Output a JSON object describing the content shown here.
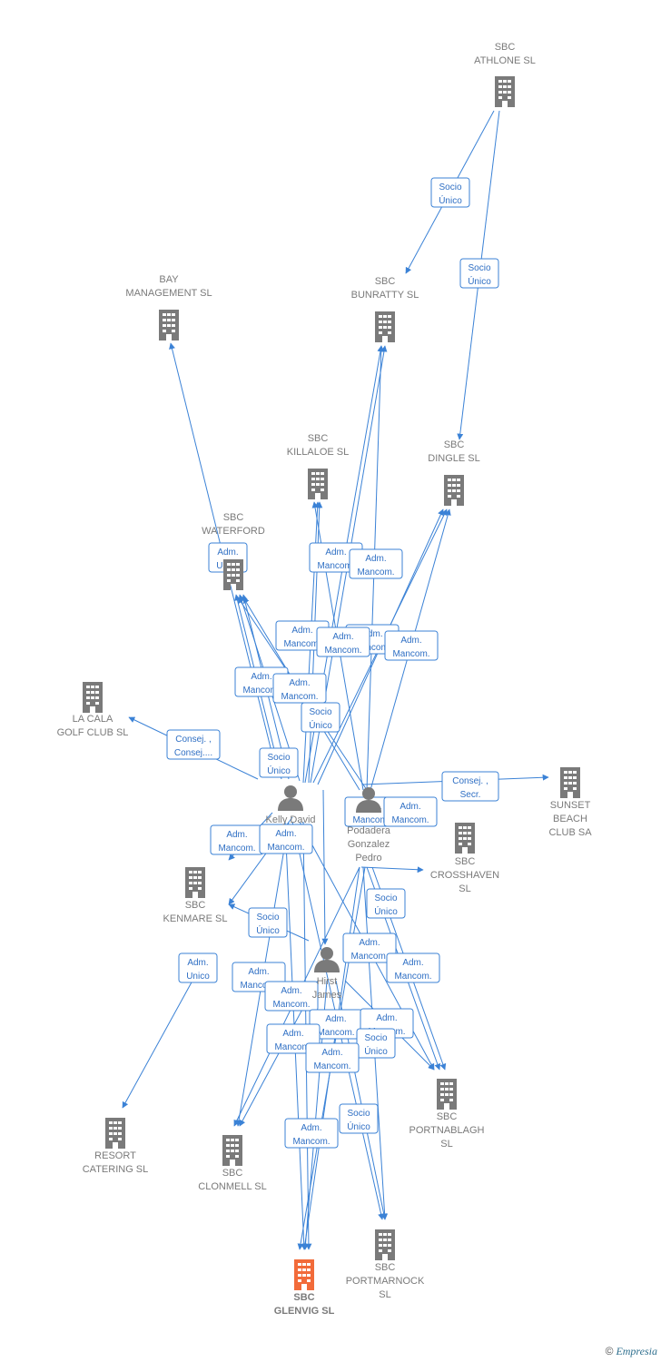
{
  "colors": {
    "edge": "#3b82d6",
    "node": "#7a7a7a",
    "focus": "#f26b3a"
  },
  "nodes": [
    {
      "id": "athlone",
      "kind": "company",
      "lines": [
        "SBC",
        "ATHLONE  SL"
      ]
    },
    {
      "id": "bay",
      "kind": "company",
      "lines": [
        "BAY",
        "MANAGEMENT SL"
      ]
    },
    {
      "id": "bunratty",
      "kind": "company",
      "lines": [
        "SBC",
        "BUNRATTY  SL"
      ]
    },
    {
      "id": "killaloe",
      "kind": "company",
      "lines": [
        "SBC",
        "KILLALOE  SL"
      ]
    },
    {
      "id": "dingle",
      "kind": "company",
      "lines": [
        "SBC",
        "DINGLE  SL"
      ]
    },
    {
      "id": "waterford",
      "kind": "company",
      "lines": [
        "SBC",
        "WATERFORD"
      ]
    },
    {
      "id": "lacala",
      "kind": "company",
      "lines": [
        "LA CALA",
        "GOLF CLUB SL"
      ]
    },
    {
      "id": "sunset",
      "kind": "company",
      "lines": [
        "SUNSET",
        "BEACH",
        "CLUB SA"
      ]
    },
    {
      "id": "kelly",
      "kind": "person",
      "lines": [
        "Kelly David"
      ]
    },
    {
      "id": "podadera",
      "kind": "person",
      "lines": [
        "Podadera",
        "Gonzalez",
        "Pedro"
      ]
    },
    {
      "id": "crosshaven",
      "kind": "company",
      "lines": [
        "SBC",
        "CROSSHAVEN",
        "SL"
      ]
    },
    {
      "id": "kenmare",
      "kind": "company",
      "lines": [
        "SBC",
        "KENMARE  SL"
      ]
    },
    {
      "id": "hirst",
      "kind": "person",
      "lines": [
        "Hirst",
        "James"
      ]
    },
    {
      "id": "portnablagh",
      "kind": "company",
      "lines": [
        "SBC",
        "PORTNABLAGH",
        "SL"
      ]
    },
    {
      "id": "resort",
      "kind": "company",
      "lines": [
        "RESORT",
        "CATERING SL"
      ]
    },
    {
      "id": "clonmell",
      "kind": "company",
      "lines": [
        "SBC",
        "CLONMELL  SL"
      ]
    },
    {
      "id": "portmarnock",
      "kind": "company",
      "lines": [
        "SBC",
        "PORTMARNOCK",
        "SL"
      ]
    },
    {
      "id": "glenvig",
      "kind": "focus",
      "lines": [
        "SBC",
        "GLENVIG  SL"
      ]
    }
  ],
  "edge_labels": [
    {
      "id": "e1",
      "lines": [
        "Socio",
        "Único"
      ]
    },
    {
      "id": "e2",
      "lines": [
        "Socio",
        "Único"
      ]
    },
    {
      "id": "e3",
      "lines": [
        "Adm.",
        "Unico"
      ]
    },
    {
      "id": "e4",
      "lines": [
        "Adm.",
        "Mancom."
      ]
    },
    {
      "id": "e5",
      "lines": [
        "Adm.",
        "Mancom."
      ]
    },
    {
      "id": "e6",
      "lines": [
        "Adm.",
        "Mancom."
      ]
    },
    {
      "id": "e7",
      "lines": [
        "Adm.",
        "Mancom."
      ]
    },
    {
      "id": "e8",
      "lines": [
        "Adm.",
        "Mancom."
      ]
    },
    {
      "id": "e9",
      "lines": [
        "Adm.",
        "Mancom."
      ]
    },
    {
      "id": "e10",
      "lines": [
        "Adm.",
        "Mancom."
      ]
    },
    {
      "id": "e11",
      "lines": [
        "Adm.",
        "Mancom."
      ]
    },
    {
      "id": "e12",
      "lines": [
        "Socio",
        "Único"
      ]
    },
    {
      "id": "e13",
      "lines": [
        "Consej. ,",
        "Consej...."
      ]
    },
    {
      "id": "e14",
      "lines": [
        "Socio",
        "Único"
      ]
    },
    {
      "id": "e15",
      "lines": [
        "Consej. ,",
        "Secr."
      ]
    },
    {
      "id": "e16",
      "lines": [
        "Adm.",
        "Mancom."
      ]
    },
    {
      "id": "e17",
      "lines": [
        "Adm.",
        "Mancom."
      ]
    },
    {
      "id": "e18",
      "lines": [
        "Adm.",
        "Mancom."
      ]
    },
    {
      "id": "e19",
      "lines": [
        "Adm.",
        "Mancom."
      ]
    },
    {
      "id": "e20",
      "lines": [
        "Socio",
        "Único"
      ]
    },
    {
      "id": "e21",
      "lines": [
        "Socio",
        "Único"
      ]
    },
    {
      "id": "e22",
      "lines": [
        "Adm.",
        "Unico"
      ]
    },
    {
      "id": "e23",
      "lines": [
        "Adm.",
        "Mancom."
      ]
    },
    {
      "id": "e24",
      "lines": [
        "Adm.",
        "Mancom."
      ]
    },
    {
      "id": "e25",
      "lines": [
        "Adm.",
        "Mancom."
      ]
    },
    {
      "id": "e26",
      "lines": [
        "Adm.",
        "Mancom."
      ]
    },
    {
      "id": "e27",
      "lines": [
        "Adm.",
        "Mancom."
      ]
    },
    {
      "id": "e28",
      "lines": [
        "Adm.",
        "Mancom."
      ]
    },
    {
      "id": "e29",
      "lines": [
        "Adm.",
        "Mancom."
      ]
    },
    {
      "id": "e30",
      "lines": [
        "Socio",
        "Único"
      ]
    },
    {
      "id": "e31",
      "lines": [
        "Socio",
        "Único"
      ]
    },
    {
      "id": "e32",
      "lines": [
        "Socio",
        "Único"
      ]
    },
    {
      "id": "e33",
      "lines": [
        "Adm.",
        "Mancom."
      ]
    },
    {
      "id": "e34",
      "lines": [
        "Adm.",
        "Mancom."
      ]
    }
  ],
  "footer": {
    "copyright": "©",
    "brand": "Empresia"
  }
}
